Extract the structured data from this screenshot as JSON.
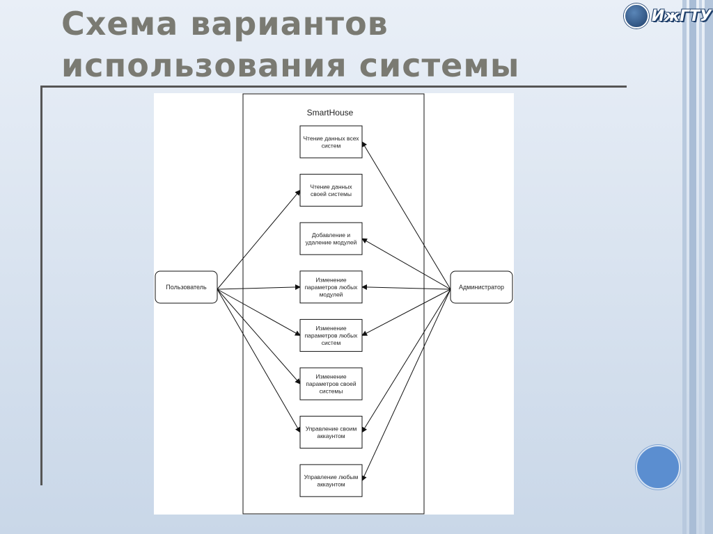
{
  "slide": {
    "title_line1": "Схема вариантов",
    "title_line2": "использования системы",
    "logo_text": "ИжГТУ"
  },
  "colors": {
    "title": "#7a7a72",
    "accent_circle": "#5b8ed0",
    "background_top": "#e9eff7",
    "background_bottom": "#c9d7e8"
  },
  "diagram": {
    "system_name": "SmartHouse",
    "actors": [
      {
        "id": "user",
        "label": "Пользователь"
      },
      {
        "id": "admin",
        "label": "Администратор"
      }
    ],
    "use_cases": [
      {
        "lines": [
          "Чтение данных всех",
          "систем"
        ]
      },
      {
        "lines": [
          "Чтение данных",
          "своей системы"
        ]
      },
      {
        "lines": [
          "Добавление и",
          "удаление модулей"
        ]
      },
      {
        "lines": [
          "Изменение",
          "параметров любых",
          "модулей"
        ]
      },
      {
        "lines": [
          "Изменение",
          "параметров любых",
          "систем"
        ]
      },
      {
        "lines": [
          "Изменение",
          "параметров своей",
          "системы"
        ]
      },
      {
        "lines": [
          "Управление своим",
          "аккаунтом"
        ]
      },
      {
        "lines": [
          "Управление любым",
          "аккаунтом"
        ]
      }
    ],
    "associations": {
      "user": [
        1,
        3,
        4,
        5,
        6
      ],
      "admin": [
        0,
        2,
        3,
        4,
        6,
        7
      ]
    }
  }
}
